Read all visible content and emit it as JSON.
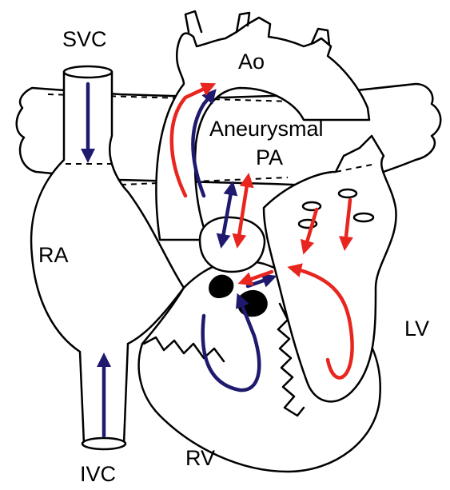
{
  "labels": {
    "svc": "SVC",
    "ao": "Ao",
    "aneurysmal": "Aneurysmal",
    "pa": "PA",
    "ra": "RA",
    "lv": "LV",
    "rv": "RV",
    "ivc": "IVC"
  },
  "colors": {
    "deoxygenated_flow": "#1f1a6e",
    "oxygenated_flow": "#e8261f",
    "outline": "#000000",
    "background": "#ffffff"
  }
}
